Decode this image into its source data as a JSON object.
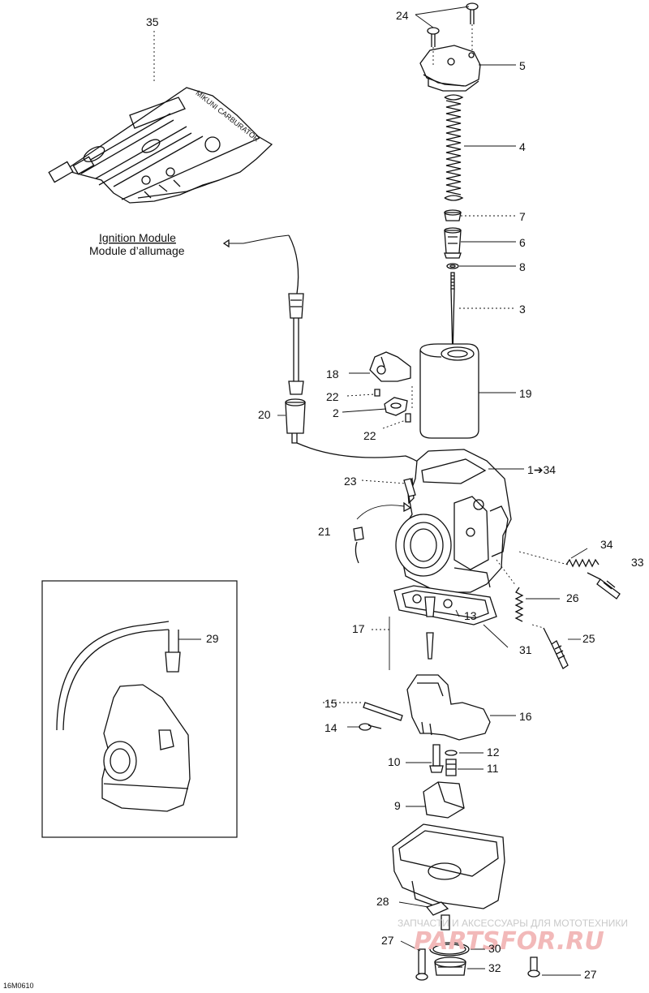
{
  "callouts": [
    {
      "id": "24",
      "text": "24"
    },
    {
      "id": "5",
      "text": "5"
    },
    {
      "id": "35",
      "text": "35"
    },
    {
      "id": "4",
      "text": "4"
    },
    {
      "id": "7",
      "text": "7"
    },
    {
      "id": "6",
      "text": "6"
    },
    {
      "id": "8",
      "text": "8"
    },
    {
      "id": "3",
      "text": "3"
    },
    {
      "id": "18",
      "text": "18"
    },
    {
      "id": "22a",
      "text": "22"
    },
    {
      "id": "19",
      "text": "19"
    },
    {
      "id": "2",
      "text": "2"
    },
    {
      "id": "20",
      "text": "20"
    },
    {
      "id": "22b",
      "text": "22"
    },
    {
      "id": "1",
      "text": "1➔34"
    },
    {
      "id": "23",
      "text": "23"
    },
    {
      "id": "21",
      "text": "21"
    },
    {
      "id": "34",
      "text": "34"
    },
    {
      "id": "33",
      "text": "33"
    },
    {
      "id": "26",
      "text": "26"
    },
    {
      "id": "13",
      "text": "13"
    },
    {
      "id": "17",
      "text": "17"
    },
    {
      "id": "25",
      "text": "25"
    },
    {
      "id": "29",
      "text": "29"
    },
    {
      "id": "31",
      "text": "31"
    },
    {
      "id": "15",
      "text": "15"
    },
    {
      "id": "16",
      "text": "16"
    },
    {
      "id": "14",
      "text": "14"
    },
    {
      "id": "12",
      "text": "12"
    },
    {
      "id": "10",
      "text": "10"
    },
    {
      "id": "11",
      "text": "11"
    },
    {
      "id": "9",
      "text": "9"
    },
    {
      "id": "28",
      "text": "28"
    },
    {
      "id": "27a",
      "text": "27"
    },
    {
      "id": "30",
      "text": "30"
    },
    {
      "id": "32",
      "text": "32"
    },
    {
      "id": "27b",
      "text": "27"
    }
  ],
  "ignition_caption": {
    "line1": "Ignition Module",
    "line2": "Module d’allumage"
  },
  "tool_kit_lettering": "MIKUNI CARBURATOR",
  "watermark": {
    "text": "ЗАПЧАСТИ И АКСЕССУАРЫ ДЛЯ МОТОТЕХНИКИ",
    "logo": "PARTSFOR.RU"
  },
  "figure_code": "16M0610"
}
